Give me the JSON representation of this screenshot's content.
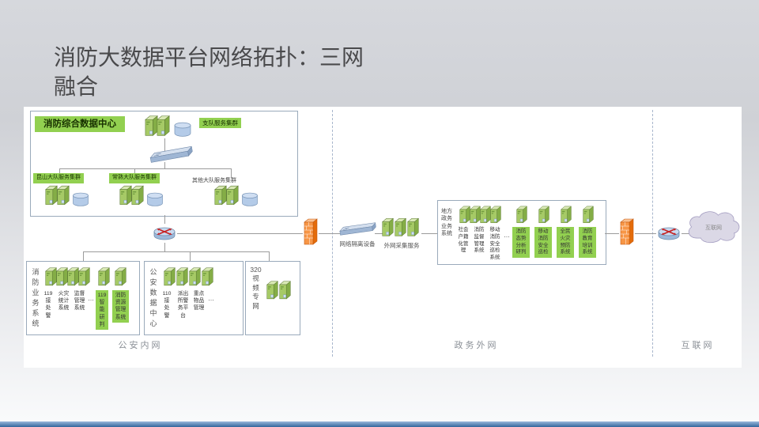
{
  "slide": {
    "title_line1": "消防大数据平台网络拓扑：三网",
    "title_line2": "融合"
  },
  "zones": {
    "left": "公安内网",
    "middle": "政务外网",
    "right": "互联网"
  },
  "fire_datacenter": {
    "title": "消防综合数据中心",
    "detachment_cluster": "支队服务集群",
    "brigade_clusters": [
      "昆山大队服务集群",
      "常熟大队服务集群",
      "其他大队服务集群"
    ]
  },
  "fire_business_box": {
    "title": "消防业务系统",
    "systems": [
      "119接处警",
      "火灾统计系统",
      "监督管理系统",
      "…"
    ],
    "smart_systems": [
      "119智能研判",
      "消防资源管理系统"
    ]
  },
  "police_box": {
    "title": "公安数据中心",
    "systems": [
      "110接处警",
      "派出所警务平台",
      "重点物品管理",
      "…"
    ]
  },
  "video_box": {
    "title": "320视频专网"
  },
  "bridge": {
    "isolation_device": "网络隔离设备",
    "collection_service": "外网采集服务"
  },
  "gov_box": {
    "title": "地方政务业务系统",
    "systems": [
      "社会户籍化管理",
      "消防监督管理系统",
      "移动消防安全巡检系统",
      "…"
    ],
    "smart_systems": [
      "消防态势分析研判",
      "移动消防安全巡检",
      "全民火灾预防系统",
      "消防教育培训系统"
    ]
  },
  "internet_cloud": "互联网",
  "colors": {
    "accent_green": "#92d050",
    "firewall_orange": "#f79646",
    "device_blue": "#b7c9e1",
    "line_gray": "#9b9b9b"
  }
}
